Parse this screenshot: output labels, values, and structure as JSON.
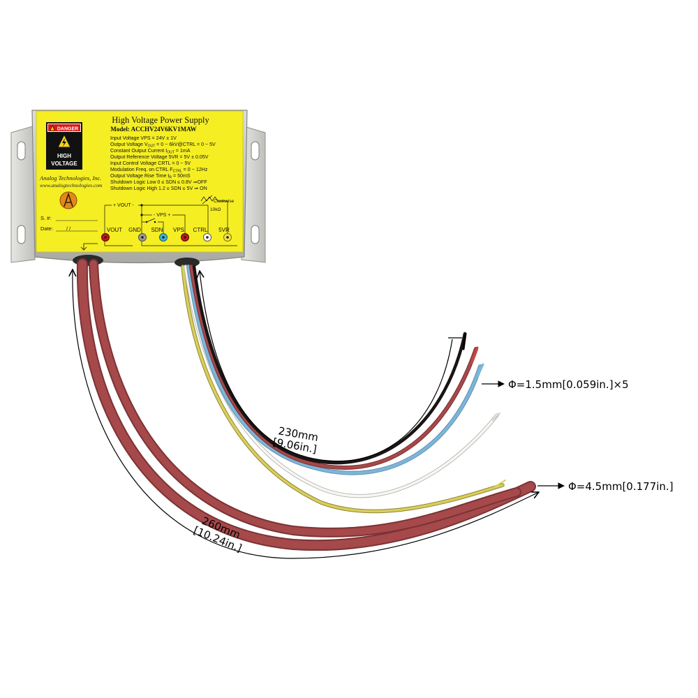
{
  "label": {
    "title": "High Voltage Power Supply",
    "model": "Model: ACCHV24V6KV1MAW",
    "specs": [
      "Input Voltage VPS = 24V ± 1V",
      "Output Voltage V",
      "Constant Output Current I",
      "Output Reference Voltage 5VR = 5V ± 0.05V",
      "Input Control Voltage CRTL = 0 ~ 5V",
      "Modulation Freq. on CTRL F",
      "Output Voltage Rise Time t",
      "Shutdown Logic Low 0 ≤ SDN ≤ 0.8V  ⇒OFF",
      "Shutdown Logic High 1.2 ≤ SDN ≤ 5V ⇒ ON"
    ],
    "spec_subs": {
      "vout_sub": "OUT",
      "vout_tail": " = 0 ~ 6kV@CTRL = 0 ~ 5V",
      "iout_sub": "OUT",
      "iout_tail": " = 1mA",
      "fctrl_sub": "CTRL",
      "fctrl_tail": " = 0 ~ 12Hz",
      "tr_sub": "R",
      "tr_tail": " = 50mS"
    },
    "danger_word": "DANGER",
    "warning_line1": "HIGH",
    "warning_line2": "VOLTAGE",
    "company": "Analog Technologies, Inc.",
    "website": "www.analogtechnologies.com",
    "serial_label": "S. #:",
    "date_label": "Date:",
    "date_slashes": "/     /",
    "schematic": {
      "vout_bus": "+ VOUT -",
      "vps_bus": "- VPS +",
      "clockwise": "Clockwise",
      "resistor": "10kΩ"
    },
    "pins": [
      "VOUT",
      "GND",
      "SDN",
      "VPS",
      "CTRL",
      "5VR"
    ]
  },
  "dimensions": {
    "thin_length_mm": "230mm",
    "thin_length_in": "[9.06in.]",
    "thick_length_mm": "260mm",
    "thick_length_in": "[10.24in.]",
    "thin_diameter": "Φ=1.5mm[0.059in.]×5",
    "thick_diameter": "Φ=4.5mm[0.177in.]"
  },
  "colors": {
    "label_yellow": "#f5ee23",
    "cable_red": "#a5494b",
    "wire_blue": "#6aa8cf",
    "wire_yellow": "#d9cf5a",
    "wire_white": "#f2f2ee",
    "wire_black": "#2a2222",
    "enclosure": "#c9c9c6",
    "pin_red": "#c01818",
    "pin_gray": "#9a9a96",
    "pin_cyan": "#3fb3d4",
    "pin_white": "#ffffff",
    "pin_yellow": "#f1e24a"
  }
}
